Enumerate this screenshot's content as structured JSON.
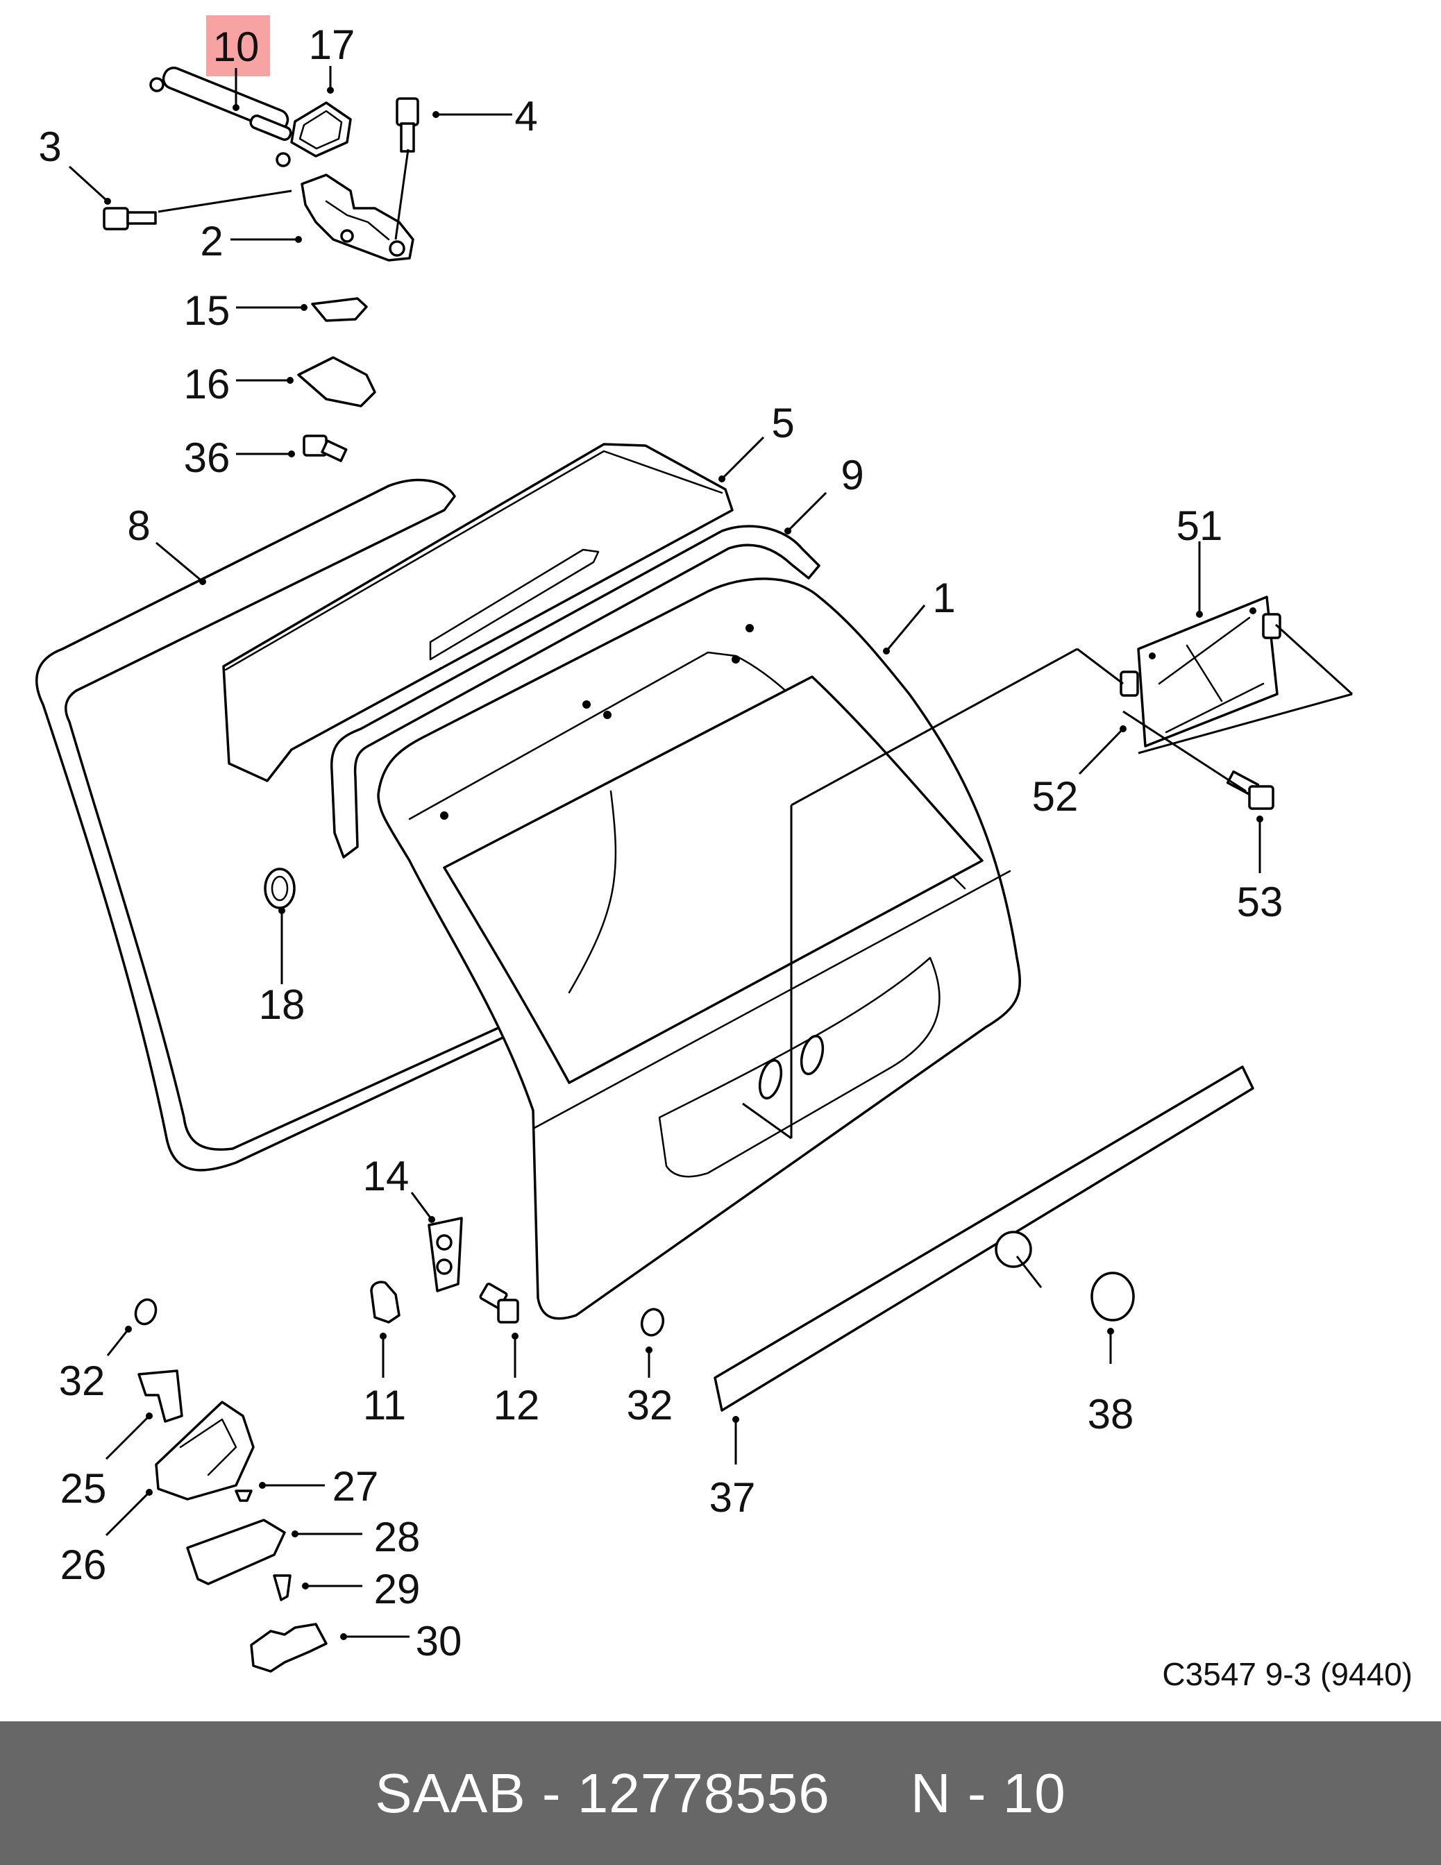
{
  "diagram": {
    "highlight_color": "#f7a3a3",
    "reference_code": "C3547 9-3 (9440)",
    "callouts": [
      {
        "id": "p10",
        "label": "10",
        "highlighted": true
      },
      {
        "id": "p17",
        "label": "17"
      },
      {
        "id": "p4",
        "label": "4"
      },
      {
        "id": "p3",
        "label": "3"
      },
      {
        "id": "p2",
        "label": "2"
      },
      {
        "id": "p15",
        "label": "15"
      },
      {
        "id": "p16",
        "label": "16"
      },
      {
        "id": "p36",
        "label": "36"
      },
      {
        "id": "p5",
        "label": "5"
      },
      {
        "id": "p9",
        "label": "9"
      },
      {
        "id": "p8",
        "label": "8"
      },
      {
        "id": "p1",
        "label": "1"
      },
      {
        "id": "p51",
        "label": "51"
      },
      {
        "id": "p52",
        "label": "52"
      },
      {
        "id": "p53",
        "label": "53"
      },
      {
        "id": "p18",
        "label": "18"
      },
      {
        "id": "p14",
        "label": "14"
      },
      {
        "id": "p11",
        "label": "11"
      },
      {
        "id": "p12",
        "label": "12"
      },
      {
        "id": "p32a",
        "label": "32"
      },
      {
        "id": "p32b",
        "label": "32"
      },
      {
        "id": "p38",
        "label": "38"
      },
      {
        "id": "p37",
        "label": "37"
      },
      {
        "id": "p25",
        "label": "25"
      },
      {
        "id": "p26",
        "label": "26"
      },
      {
        "id": "p27",
        "label": "27"
      },
      {
        "id": "p28",
        "label": "28"
      },
      {
        "id": "p29",
        "label": "29"
      },
      {
        "id": "p30",
        "label": "30"
      }
    ]
  },
  "footer": {
    "background": "#676767",
    "text": "SAAB - 12778556     N - 10"
  }
}
